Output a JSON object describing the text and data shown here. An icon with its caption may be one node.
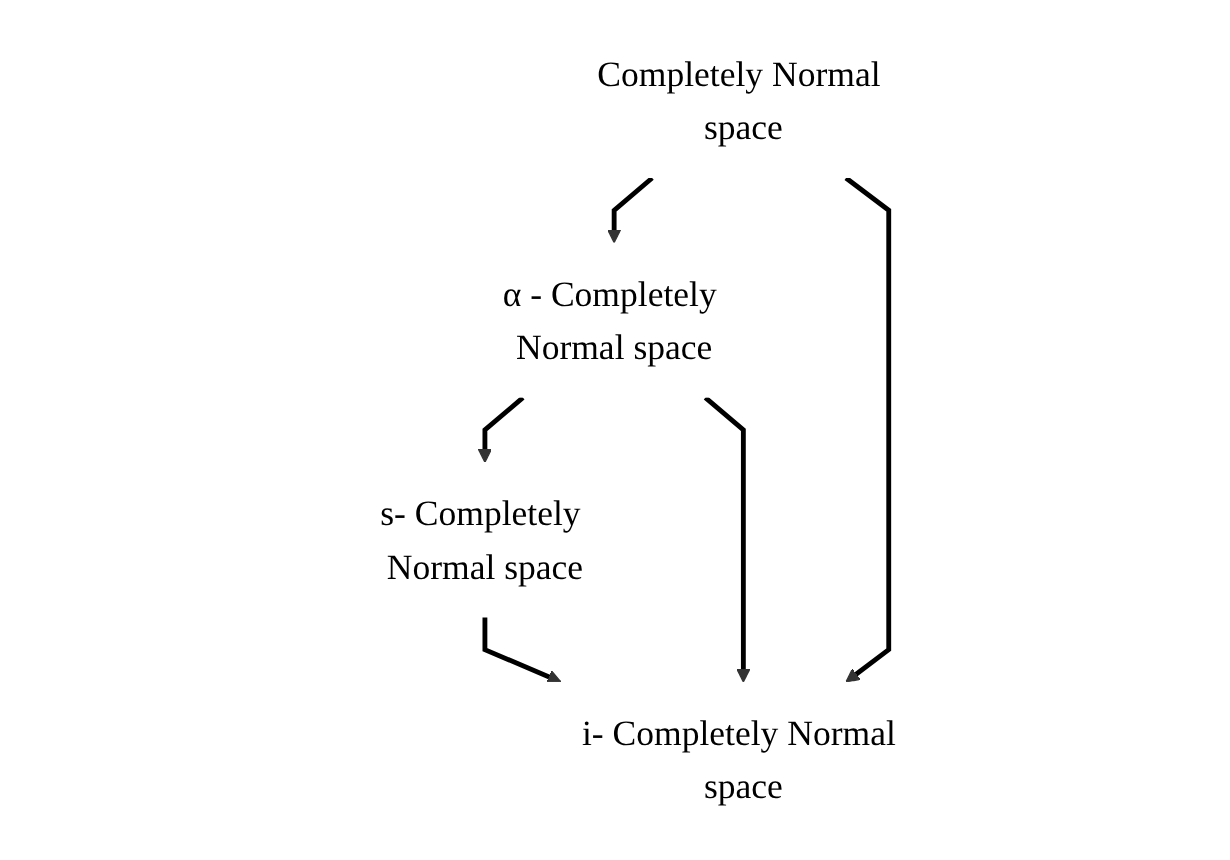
{
  "diagram": {
    "nodes": [
      {
        "text": [
          "Completely Normal space"
        ]
      },
      {
        "text": [
          "α - Completely Normal space"
        ]
      },
      {
        "text": [
          "s- Completely Normal space"
        ]
      },
      {
        "text": [
          "i- Completely Normal space"
        ]
      }
    ],
    "edges": [
      {
        "from": 0,
        "to": 1,
        "arrow": "to"
      },
      {
        "from": 1,
        "to": 2,
        "arrow": "to"
      },
      {
        "from": 2,
        "to": 3,
        "arrow": "to"
      },
      {
        "from": 1,
        "to": 3,
        "arrow": "to"
      },
      {
        "from": 0,
        "to": 3,
        "arrow": "to"
      }
    ]
  }
}
